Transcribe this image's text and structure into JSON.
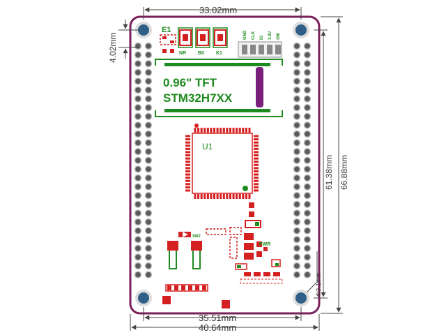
{
  "dimensions": {
    "top_width": "33.02mm",
    "left_offset": "4.02mm",
    "right_inner": "61.38mm",
    "right_outer": "66.88mm",
    "bottom_inner": "35.51mm",
    "bottom_outer": "40.64mm",
    "hole_dia": "Φ3.1mm"
  },
  "silkscreen": {
    "e1": "E1",
    "nr": "NR",
    "b0": "B0",
    "k1": "K1",
    "header_pins": [
      "GND",
      "CLK",
      "IO",
      "3.3V",
      "SW"
    ],
    "display_line1": "0.96\" TFT",
    "display_line2": "STM32H7XX",
    "u1": "U1",
    "sb2": "SB2",
    "pwr": "PWR"
  },
  "colors": {
    "board_outline": "#7a1f5c",
    "silk_green": "#1f8a1f",
    "pad_red": "#d42020",
    "mount_hole": "#2f5f86"
  }
}
